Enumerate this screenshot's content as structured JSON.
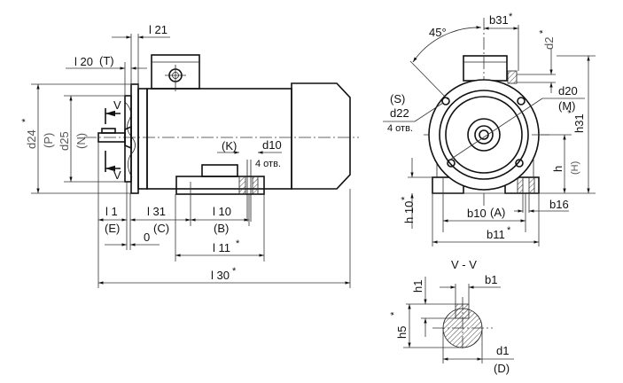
{
  "drawing": {
    "subject": "Electric motor overall and mounting dimensions",
    "side_view": {
      "labels": {
        "l21": "l 21",
        "l20": "l 20",
        "l20_alt": "(T)",
        "d24": "d24",
        "d24_star": "*",
        "d24_alt": "(P)",
        "d25": "d25",
        "d25_alt": "(N)",
        "section_mark_top": "V",
        "section_mark_bottom": "V",
        "k_alt": "(K)",
        "d10": "d10",
        "d10_holes": "4 отв.",
        "l1": "l 1",
        "l1_alt": "(E)",
        "l31": "l 31",
        "l31_alt": "(C)",
        "zero": "0",
        "l10": "l 10",
        "l10_alt": "(B)",
        "l11": "l 11",
        "l11_star": "*",
        "l30": "l 30",
        "l30_star": "*"
      }
    },
    "front_view": {
      "labels": {
        "angle": "45°",
        "b31": "b31",
        "b31_star": "*",
        "d2": "d2",
        "d2_star": "*",
        "s_alt": "(S)",
        "d22": "d22",
        "d22_holes": "4 отв.",
        "d20": "d20",
        "d20_alt": "(M)",
        "h31": "h31",
        "h31_star": "*",
        "h": "h",
        "h_alt": "(H)",
        "h10": "h 10",
        "h10_star": "*",
        "b10": "b10",
        "b10_alt": "(A)",
        "b16": "b16",
        "b11": "b11",
        "b11_star": "*"
      }
    },
    "section_view": {
      "title": "V - V",
      "labels": {
        "h1": "h1",
        "b1": "b1",
        "h5": "h5",
        "h5_star": "*",
        "d1": "d1",
        "d1_alt": "(D)"
      }
    }
  }
}
